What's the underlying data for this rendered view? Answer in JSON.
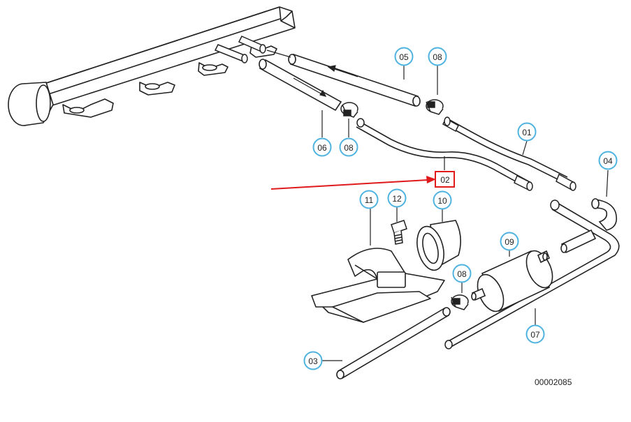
{
  "diagram": {
    "drawing_number": "00002085",
    "highlighted_callout": "02",
    "callout_color": "#4fb3e0",
    "highlight_color": "#e0191b",
    "callouts": [
      {
        "id": "01",
        "label": "01"
      },
      {
        "id": "02",
        "label": "02"
      },
      {
        "id": "03",
        "label": "03"
      },
      {
        "id": "04",
        "label": "04"
      },
      {
        "id": "05",
        "label": "05"
      },
      {
        "id": "06",
        "label": "06"
      },
      {
        "id": "07",
        "label": "07"
      },
      {
        "id": "08a",
        "label": "08"
      },
      {
        "id": "08b",
        "label": "08"
      },
      {
        "id": "08c",
        "label": "08"
      },
      {
        "id": "09",
        "label": "09"
      },
      {
        "id": "10",
        "label": "10"
      },
      {
        "id": "11",
        "label": "11"
      },
      {
        "id": "12",
        "label": "12"
      }
    ]
  }
}
